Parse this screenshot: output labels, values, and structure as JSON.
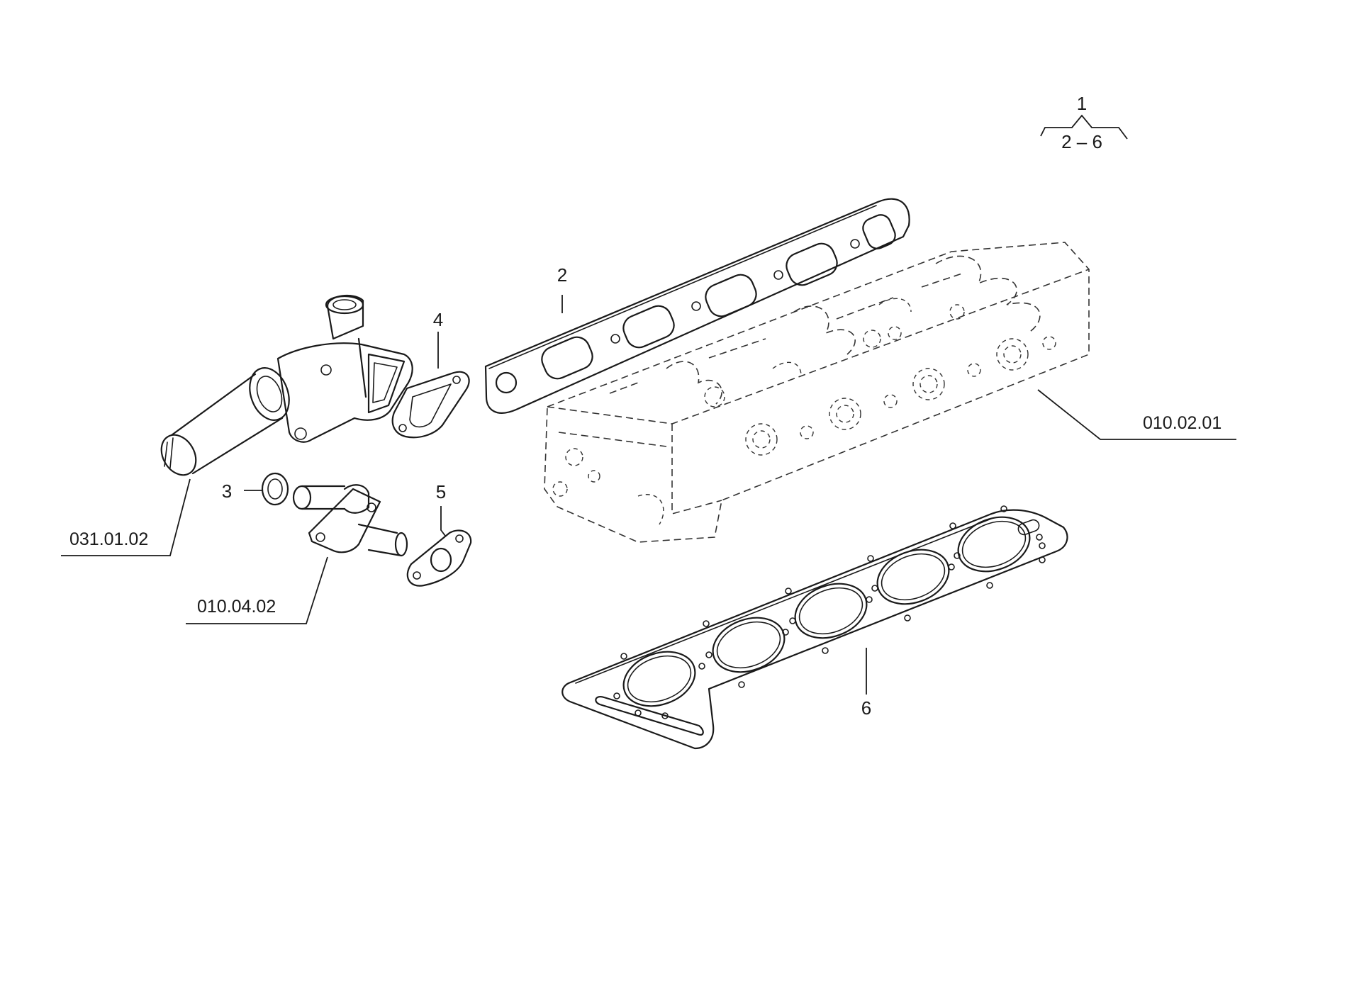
{
  "bracket": {
    "top": "1",
    "bottom": "2 – 6"
  },
  "callouts": {
    "item_2": "2",
    "item_3": "3",
    "item_4": "4",
    "item_5": "5",
    "item_6": "6",
    "ref_cylinder_head": "010.02.01",
    "ref_thermostat_housing": "031.01.02",
    "ref_water_pipe": "010.04.02"
  },
  "icons": {
    "thermostat_housing": "thermostat-housing-drawing",
    "water_pipe_flange": "water-pipe-flange-drawing",
    "seal_ring": "seal-ring-drawing",
    "manifold_gasket": "manifold-gasket-drawing",
    "flange_gasket": "flange-gasket-drawing",
    "cylinder_head": "cylinder-head-drawing",
    "head_gasket": "head-gasket-drawing"
  }
}
